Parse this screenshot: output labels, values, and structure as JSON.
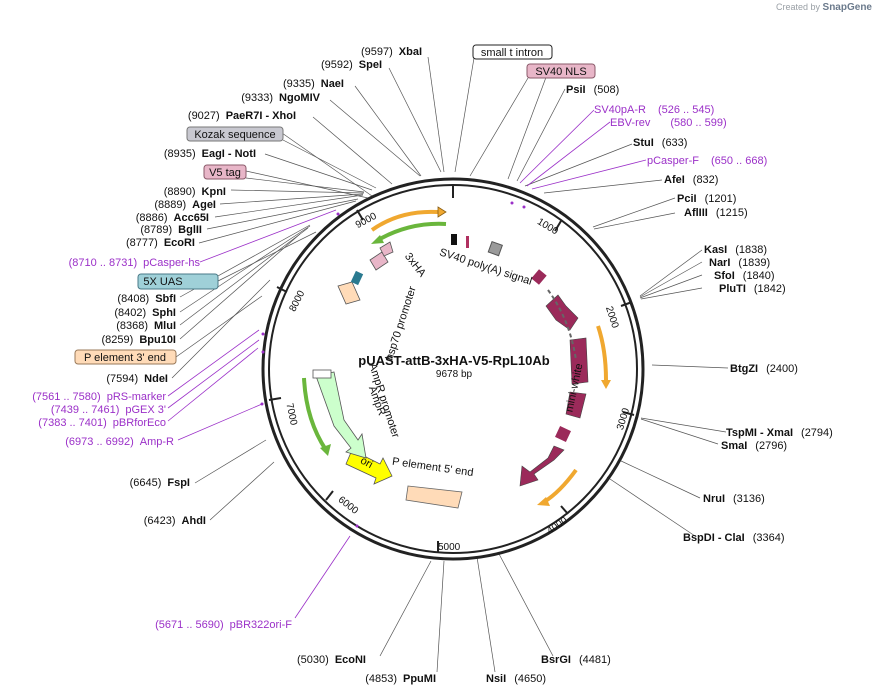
{
  "credit": {
    "prefix": "Created by",
    "brand": "SnapGene"
  },
  "plasmid": {
    "name": "pUAST-attB-3xHA-V5-RpL10Ab",
    "size_label": "9678 bp",
    "length": 9678
  },
  "colors": {
    "backbone": "#222222",
    "primer": "#9b30c8",
    "orange_arrow": "#f0a830",
    "green_arrow": "#6ab63c",
    "mini_white": "#9b2a5a",
    "ori": "#ffff00",
    "amp": "#ccffcc",
    "p_element": "#ffdbb8",
    "uas": "#9fd0d8",
    "kozak": "#c8c8d0",
    "v5": "#e8b6c8"
  },
  "restriction_sites": [
    {
      "id": "xbai",
      "name": "XbaI",
      "pos": "(9597)",
      "bp": 9597
    },
    {
      "id": "spei",
      "name": "SpeI",
      "pos": "(9592)",
      "bp": 9592
    },
    {
      "id": "naei",
      "name": "NaeI",
      "pos": "(9335)",
      "bp": 9335
    },
    {
      "id": "ngomiv",
      "name": "NgoMIV",
      "pos": "(9333)",
      "bp": 9333
    },
    {
      "id": "paer7i-xhoi",
      "name": "PaeR7I - XhoI",
      "pos": "(9027)",
      "bp": 9027
    },
    {
      "id": "eagi-noti",
      "name": "EagI - NotI",
      "pos": "(8935)",
      "bp": 8935
    },
    {
      "id": "kpni",
      "name": "KpnI",
      "pos": "(8890)",
      "bp": 8890
    },
    {
      "id": "agei",
      "name": "AgeI",
      "pos": "(8889)",
      "bp": 8889
    },
    {
      "id": "acc65i",
      "name": "Acc65I",
      "pos": "(8886)",
      "bp": 8886
    },
    {
      "id": "bglii",
      "name": "BglII",
      "pos": "(8789)",
      "bp": 8789
    },
    {
      "id": "ecori",
      "name": "EcoRI",
      "pos": "(8777)",
      "bp": 8777
    },
    {
      "id": "sbfi",
      "name": "SbfI",
      "pos": "(8408)",
      "bp": 8408
    },
    {
      "id": "sphi",
      "name": "SphI",
      "pos": "(8402)",
      "bp": 8402
    },
    {
      "id": "mlui",
      "name": "MluI",
      "pos": "(8368)",
      "bp": 8368
    },
    {
      "id": "bpu10i",
      "name": "Bpu10I",
      "pos": "(8259)",
      "bp": 8259
    },
    {
      "id": "ndei",
      "name": "NdeI",
      "pos": "(7594)",
      "bp": 7594
    },
    {
      "id": "fspi",
      "name": "FspI",
      "pos": "(6645)",
      "bp": 6645
    },
    {
      "id": "ahdi",
      "name": "AhdI",
      "pos": "(6423)",
      "bp": 6423
    },
    {
      "id": "psii",
      "name": "PsiI",
      "pos": "(508)",
      "bp": 508
    },
    {
      "id": "stui",
      "name": "StuI",
      "pos": "(633)",
      "bp": 633
    },
    {
      "id": "afei",
      "name": "AfeI",
      "pos": "(832)",
      "bp": 832
    },
    {
      "id": "pcii",
      "name": "PciI",
      "pos": "(1201)",
      "bp": 1201
    },
    {
      "id": "aflIII",
      "name": "AflIII",
      "pos": "(1215)",
      "bp": 1215
    },
    {
      "id": "kasi",
      "name": "KasI",
      "pos": "(1838)",
      "bp": 1838
    },
    {
      "id": "nari",
      "name": "NarI",
      "pos": "(1839)",
      "bp": 1839
    },
    {
      "id": "sfoi",
      "name": "SfoI",
      "pos": "(1840)",
      "bp": 1840
    },
    {
      "id": "pluti",
      "name": "PluTI",
      "pos": "(1842)",
      "bp": 1842
    },
    {
      "id": "btgzi",
      "name": "BtgZI",
      "pos": "(2400)",
      "bp": 2400
    },
    {
      "id": "tspmi-xmai",
      "name": "TspMI - XmaI",
      "pos": "(2794)",
      "bp": 2794
    },
    {
      "id": "smai",
      "name": "SmaI",
      "pos": "(2796)",
      "bp": 2796
    },
    {
      "id": "nrui",
      "name": "NruI",
      "pos": "(3136)",
      "bp": 3136
    },
    {
      "id": "bspdi-clai",
      "name": "BspDI - ClaI",
      "pos": "(3364)",
      "bp": 3364
    },
    {
      "id": "bsrgi",
      "name": "BsrGI",
      "pos": "(4481)",
      "bp": 4481
    },
    {
      "id": "nsii",
      "name": "NsiI",
      "pos": "(4650)",
      "bp": 4650
    },
    {
      "id": "ppumi",
      "name": "PpuMI",
      "pos": "(4853)",
      "bp": 4853
    },
    {
      "id": "econi",
      "name": "EcoNI",
      "pos": "(5030)",
      "bp": 5030
    }
  ],
  "primers": [
    {
      "id": "sv40pa-r",
      "name": "SV40pA-R",
      "range": "(526 .. 545)"
    },
    {
      "id": "ebv-rev",
      "name": "EBV-rev",
      "range": "(580 .. 599)"
    },
    {
      "id": "pcasper-f",
      "name": "pCasper-F",
      "range": "(650 .. 668)"
    },
    {
      "id": "pcasper-hs",
      "name": "pCasper-hs",
      "range": "(8710 .. 8731)"
    },
    {
      "id": "prs-marker",
      "name": "pRS-marker",
      "range": "(7561 .. 7580)"
    },
    {
      "id": "pgex-3",
      "name": "pGEX 3'",
      "range": "(7439 .. 7461)"
    },
    {
      "id": "pbrforeco",
      "name": "pBRforEco",
      "range": "(7383 .. 7401)"
    },
    {
      "id": "amp-r",
      "name": "Amp-R",
      "range": "(6973 .. 6992)"
    },
    {
      "id": "pbr322ori-f",
      "name": "pBR322ori-F",
      "range": "(5671 .. 5690)"
    }
  ],
  "feature_boxes": [
    {
      "id": "small-t-intron",
      "label": "small t intron"
    },
    {
      "id": "sv40-nls",
      "label": "SV40 NLS"
    },
    {
      "id": "kozak",
      "label": "Kozak sequence"
    },
    {
      "id": "v5-tag",
      "label": "V5 tag"
    },
    {
      "id": "5x-uas",
      "label": "5X UAS"
    },
    {
      "id": "p-element-3",
      "label": "P element 3' end"
    }
  ],
  "inner_labels": {
    "sv40_polya": "SV40 poly(A) signal",
    "mini_white": "mini-white",
    "p_element_5": "P element 5' end",
    "ori": "ori",
    "ampr": "AmpR",
    "ampr_promoter": "AmpR promoter",
    "hsp70": "hsp70 promoter",
    "three_ha": "3xHA"
  },
  "ticks": [
    "1000",
    "2000",
    "3000",
    "4000",
    "5000",
    "6000",
    "7000",
    "8000",
    "9000"
  ]
}
